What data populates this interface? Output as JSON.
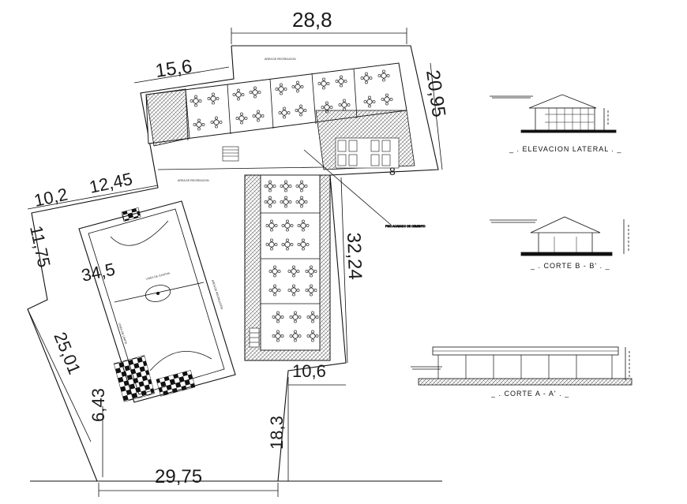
{
  "dimensions": {
    "top_width": "28,8",
    "upper_left": "15,6",
    "right_height": "20,95",
    "left_a": "10,2",
    "left_b": "12,45",
    "left_side": "11,75",
    "court_len": "34,5",
    "diag_left": "25,01",
    "small_vertical": "6,43",
    "wing_length": "32,24",
    "wing_bottom": "10,6",
    "bottom_height": "18,3",
    "bottom_width": "29,75",
    "corridor_small": "8"
  },
  "captions": {
    "elevation_lateral": "_ . ELEVACION LATERAL  . _",
    "corte_bb": "_ . CORTE B - B' .  _",
    "corte_aa": "_ . CORTE A - A' .  _"
  },
  "labels": {
    "area_top": "AREA DE RECREACION",
    "area_corridor": "AREA DE RECREACION",
    "wing_note": "PISO ACABADO DE CEMENTO",
    "court_1": "LINEA DE CANCHA",
    "court_2": "AREA DE RECREACION",
    "court_3": "LINEA DE LIMITE"
  }
}
